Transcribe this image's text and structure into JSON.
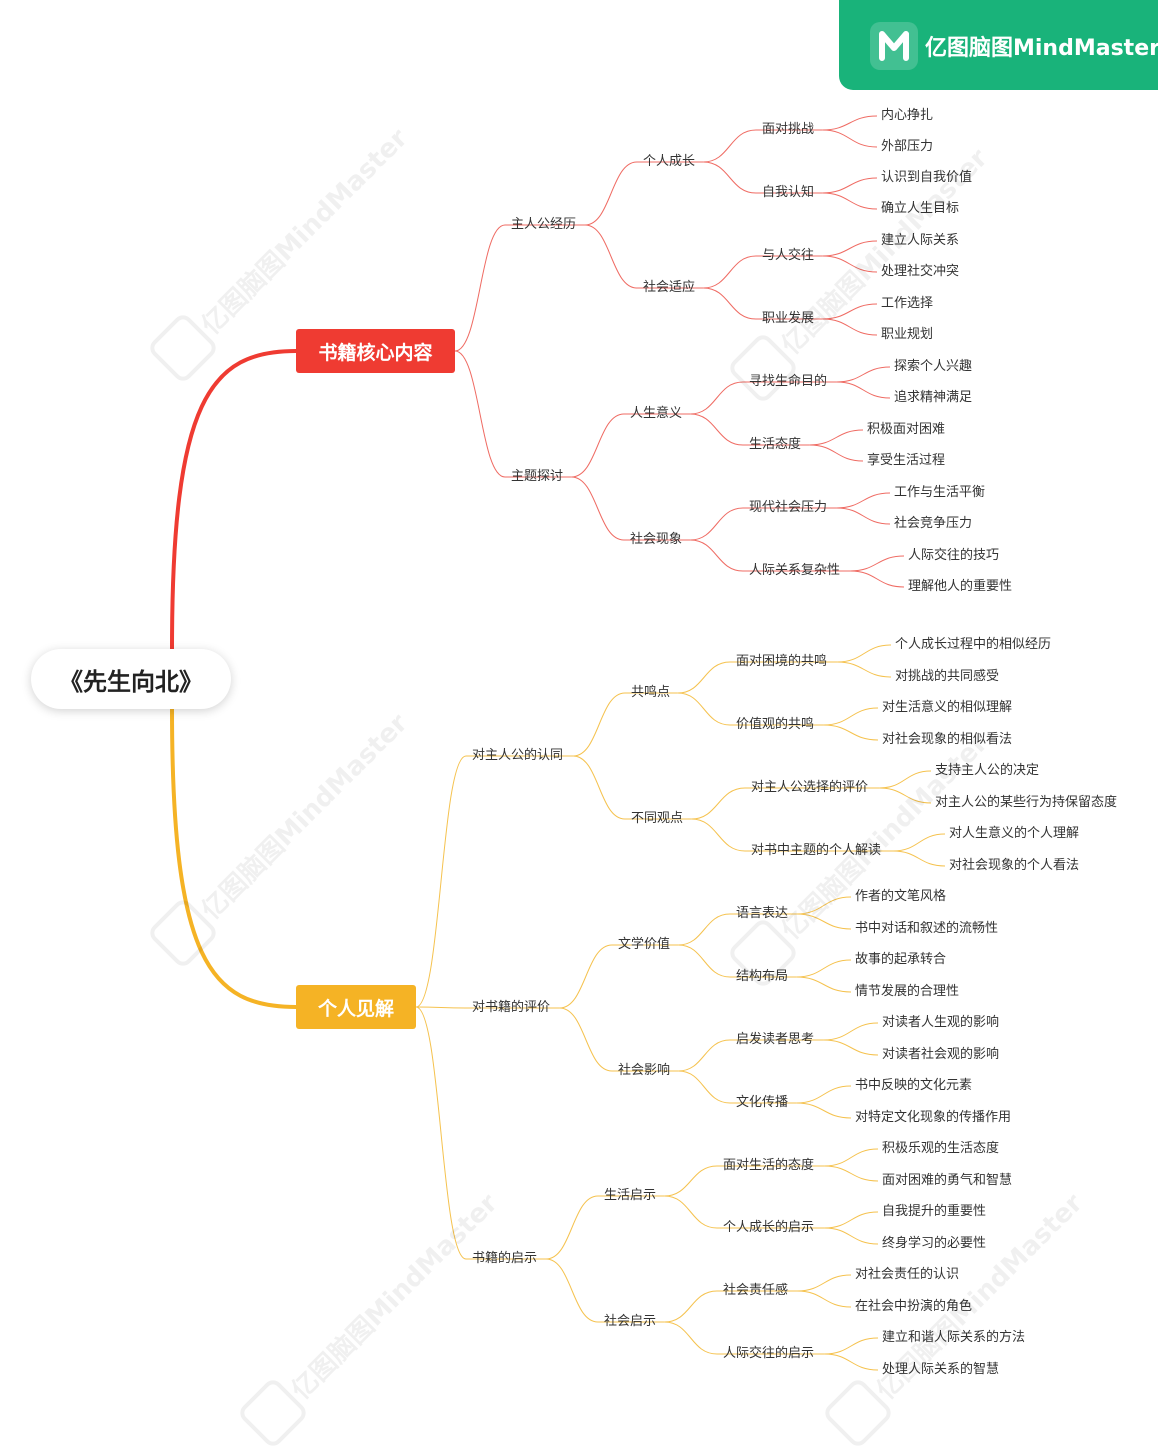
{
  "brand": {
    "name": "亿图脑图MindMaster",
    "logo_icon": "mindmaster-logo-icon",
    "color": "#19b37a"
  },
  "watermark": "亿图脑图MindMaster",
  "colors": {
    "branch1": "#ef3b32",
    "branch2": "#f5b325",
    "line1": "#ef6b63",
    "line2": "#f5c24e"
  },
  "root": {
    "label": "《先生向北》"
  },
  "branches": [
    {
      "label": "书籍核心内容",
      "children": [
        {
          "label": "主人公经历",
          "children": [
            {
              "label": "个人成长",
              "children": [
                {
                  "label": "面对挑战",
                  "children": [
                    {
                      "label": "内心挣扎"
                    },
                    {
                      "label": "外部压力"
                    }
                  ]
                },
                {
                  "label": "自我认知",
                  "children": [
                    {
                      "label": "认识到自我价值"
                    },
                    {
                      "label": "确立人生目标"
                    }
                  ]
                }
              ]
            },
            {
              "label": "社会适应",
              "children": [
                {
                  "label": "与人交往",
                  "children": [
                    {
                      "label": "建立人际关系"
                    },
                    {
                      "label": "处理社交冲突"
                    }
                  ]
                },
                {
                  "label": "职业发展",
                  "children": [
                    {
                      "label": "工作选择"
                    },
                    {
                      "label": "职业规划"
                    }
                  ]
                }
              ]
            }
          ]
        },
        {
          "label": "主题探讨",
          "children": [
            {
              "label": "人生意义",
              "children": [
                {
                  "label": "寻找生命目的",
                  "children": [
                    {
                      "label": "探索个人兴趣"
                    },
                    {
                      "label": "追求精神满足"
                    }
                  ]
                },
                {
                  "label": "生活态度",
                  "children": [
                    {
                      "label": "积极面对困难"
                    },
                    {
                      "label": "享受生活过程"
                    }
                  ]
                }
              ]
            },
            {
              "label": "社会现象",
              "children": [
                {
                  "label": "现代社会压力",
                  "children": [
                    {
                      "label": "工作与生活平衡"
                    },
                    {
                      "label": "社会竞争压力"
                    }
                  ]
                },
                {
                  "label": "人际关系复杂性",
                  "children": [
                    {
                      "label": "人际交往的技巧"
                    },
                    {
                      "label": "理解他人的重要性"
                    }
                  ]
                }
              ]
            }
          ]
        }
      ]
    },
    {
      "label": "个人见解",
      "children": [
        {
          "label": "对主人公的认同",
          "children": [
            {
              "label": "共鸣点",
              "children": [
                {
                  "label": "面对困境的共鸣",
                  "children": [
                    {
                      "label": "个人成长过程中的相似经历"
                    },
                    {
                      "label": "对挑战的共同感受"
                    }
                  ]
                },
                {
                  "label": "价值观的共鸣",
                  "children": [
                    {
                      "label": "对生活意义的相似理解"
                    },
                    {
                      "label": "对社会现象的相似看法"
                    }
                  ]
                }
              ]
            },
            {
              "label": "不同观点",
              "children": [
                {
                  "label": "对主人公选择的评价",
                  "children": [
                    {
                      "label": "支持主人公的决定"
                    },
                    {
                      "label": "对主人公的某些行为持保留态度"
                    }
                  ]
                },
                {
                  "label": "对书中主题的个人解读",
                  "children": [
                    {
                      "label": "对人生意义的个人理解"
                    },
                    {
                      "label": "对社会现象的个人看法"
                    }
                  ]
                }
              ]
            }
          ]
        },
        {
          "label": "对书籍的评价",
          "children": [
            {
              "label": "文学价值",
              "children": [
                {
                  "label": "语言表达",
                  "children": [
                    {
                      "label": "作者的文笔风格"
                    },
                    {
                      "label": "书中对话和叙述的流畅性"
                    }
                  ]
                },
                {
                  "label": "结构布局",
                  "children": [
                    {
                      "label": "故事的起承转合"
                    },
                    {
                      "label": "情节发展的合理性"
                    }
                  ]
                }
              ]
            },
            {
              "label": "社会影响",
              "children": [
                {
                  "label": "启发读者思考",
                  "children": [
                    {
                      "label": "对读者人生观的影响"
                    },
                    {
                      "label": "对读者社会观的影响"
                    }
                  ]
                },
                {
                  "label": "文化传播",
                  "children": [
                    {
                      "label": "书中反映的文化元素"
                    },
                    {
                      "label": "对特定文化现象的传播作用"
                    }
                  ]
                }
              ]
            }
          ]
        },
        {
          "label": "书籍的启示",
          "children": [
            {
              "label": "生活启示",
              "children": [
                {
                  "label": "面对生活的态度",
                  "children": [
                    {
                      "label": "积极乐观的生活态度"
                    },
                    {
                      "label": "面对困难的勇气和智慧"
                    }
                  ]
                },
                {
                  "label": "个人成长的启示",
                  "children": [
                    {
                      "label": "自我提升的重要性"
                    },
                    {
                      "label": "终身学习的必要性"
                    }
                  ]
                }
              ]
            },
            {
              "label": "社会启示",
              "children": [
                {
                  "label": "社会责任感",
                  "children": [
                    {
                      "label": "对社会责任的认识"
                    },
                    {
                      "label": "在社会中扮演的角色"
                    }
                  ]
                },
                {
                  "label": "人际交往的启示",
                  "children": [
                    {
                      "label": "建立和谐人际关系的方法"
                    },
                    {
                      "label": "处理人际关系的智慧"
                    }
                  ]
                }
              ]
            }
          ]
        }
      ]
    }
  ]
}
